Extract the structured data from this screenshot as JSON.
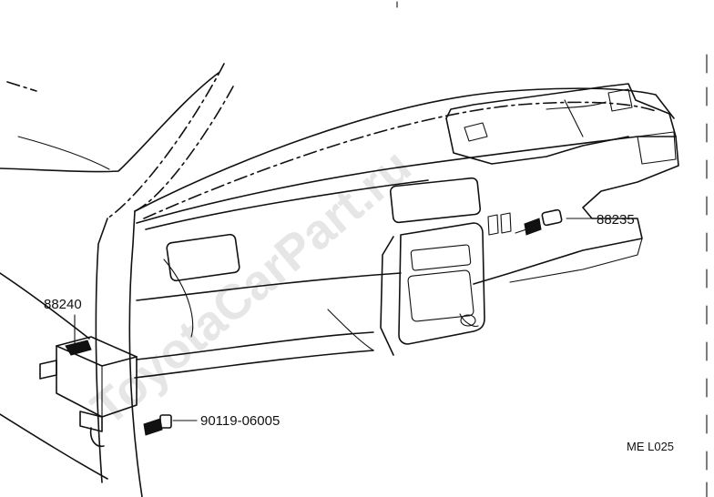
{
  "watermark": "ToyotaCarPart.ru",
  "callouts": {
    "part_88235": "88235",
    "part_88240": "88240",
    "part_90119": "90119-06005"
  },
  "figure_code": "ME L025"
}
